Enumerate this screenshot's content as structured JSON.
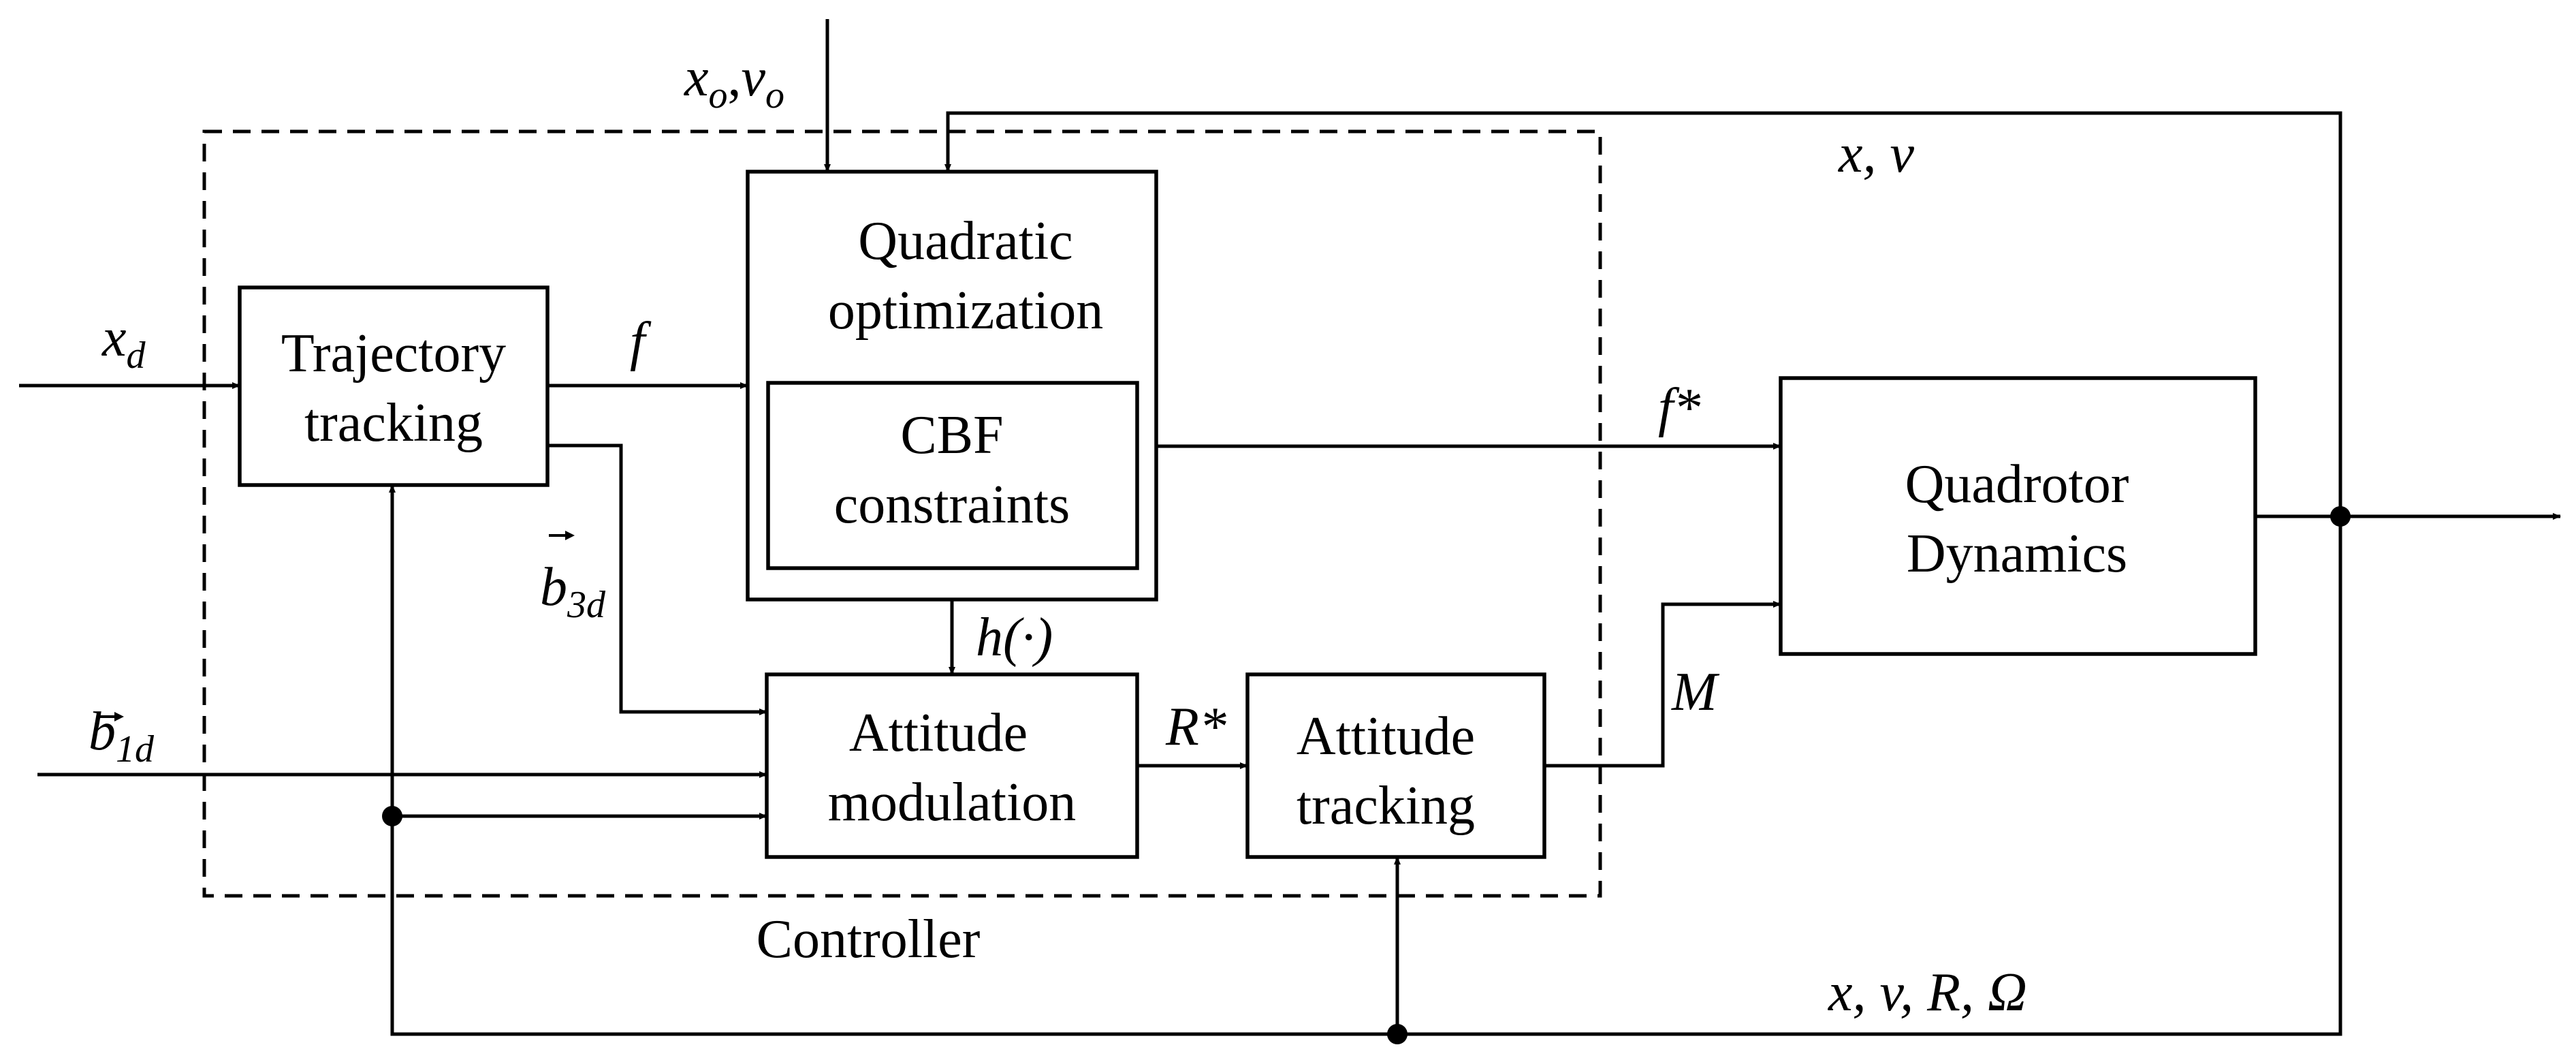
{
  "blocks": {
    "trajectory_tracking": [
      "Trajectory",
      "tracking"
    ],
    "quadratic_optimization": [
      "Quadratic",
      "optimization"
    ],
    "cbf_constraints": [
      "CBF",
      "constraints"
    ],
    "attitude_modulation": [
      "Attitude",
      "modulation"
    ],
    "attitude_tracking": [
      "Attitude",
      "tracking"
    ],
    "quadrotor_dynamics": [
      "Quadrotor",
      "Dynamics"
    ]
  },
  "controller_label": "Controller",
  "signals": {
    "xd": {
      "base": "x",
      "sub": "d"
    },
    "xo_vo": {
      "x": "x",
      "x_sub": "o",
      "sep": ",",
      "v": "v",
      "v_sub": "o"
    },
    "x_v": "x, v",
    "f": "f",
    "f_star": "f*",
    "b3d": {
      "base": "b",
      "sub": "3d"
    },
    "b1d": {
      "base": "b",
      "sub": "1d"
    },
    "h": "h(·)",
    "R_star": "R*",
    "M": "M",
    "state": "x, v, R, Ω"
  }
}
